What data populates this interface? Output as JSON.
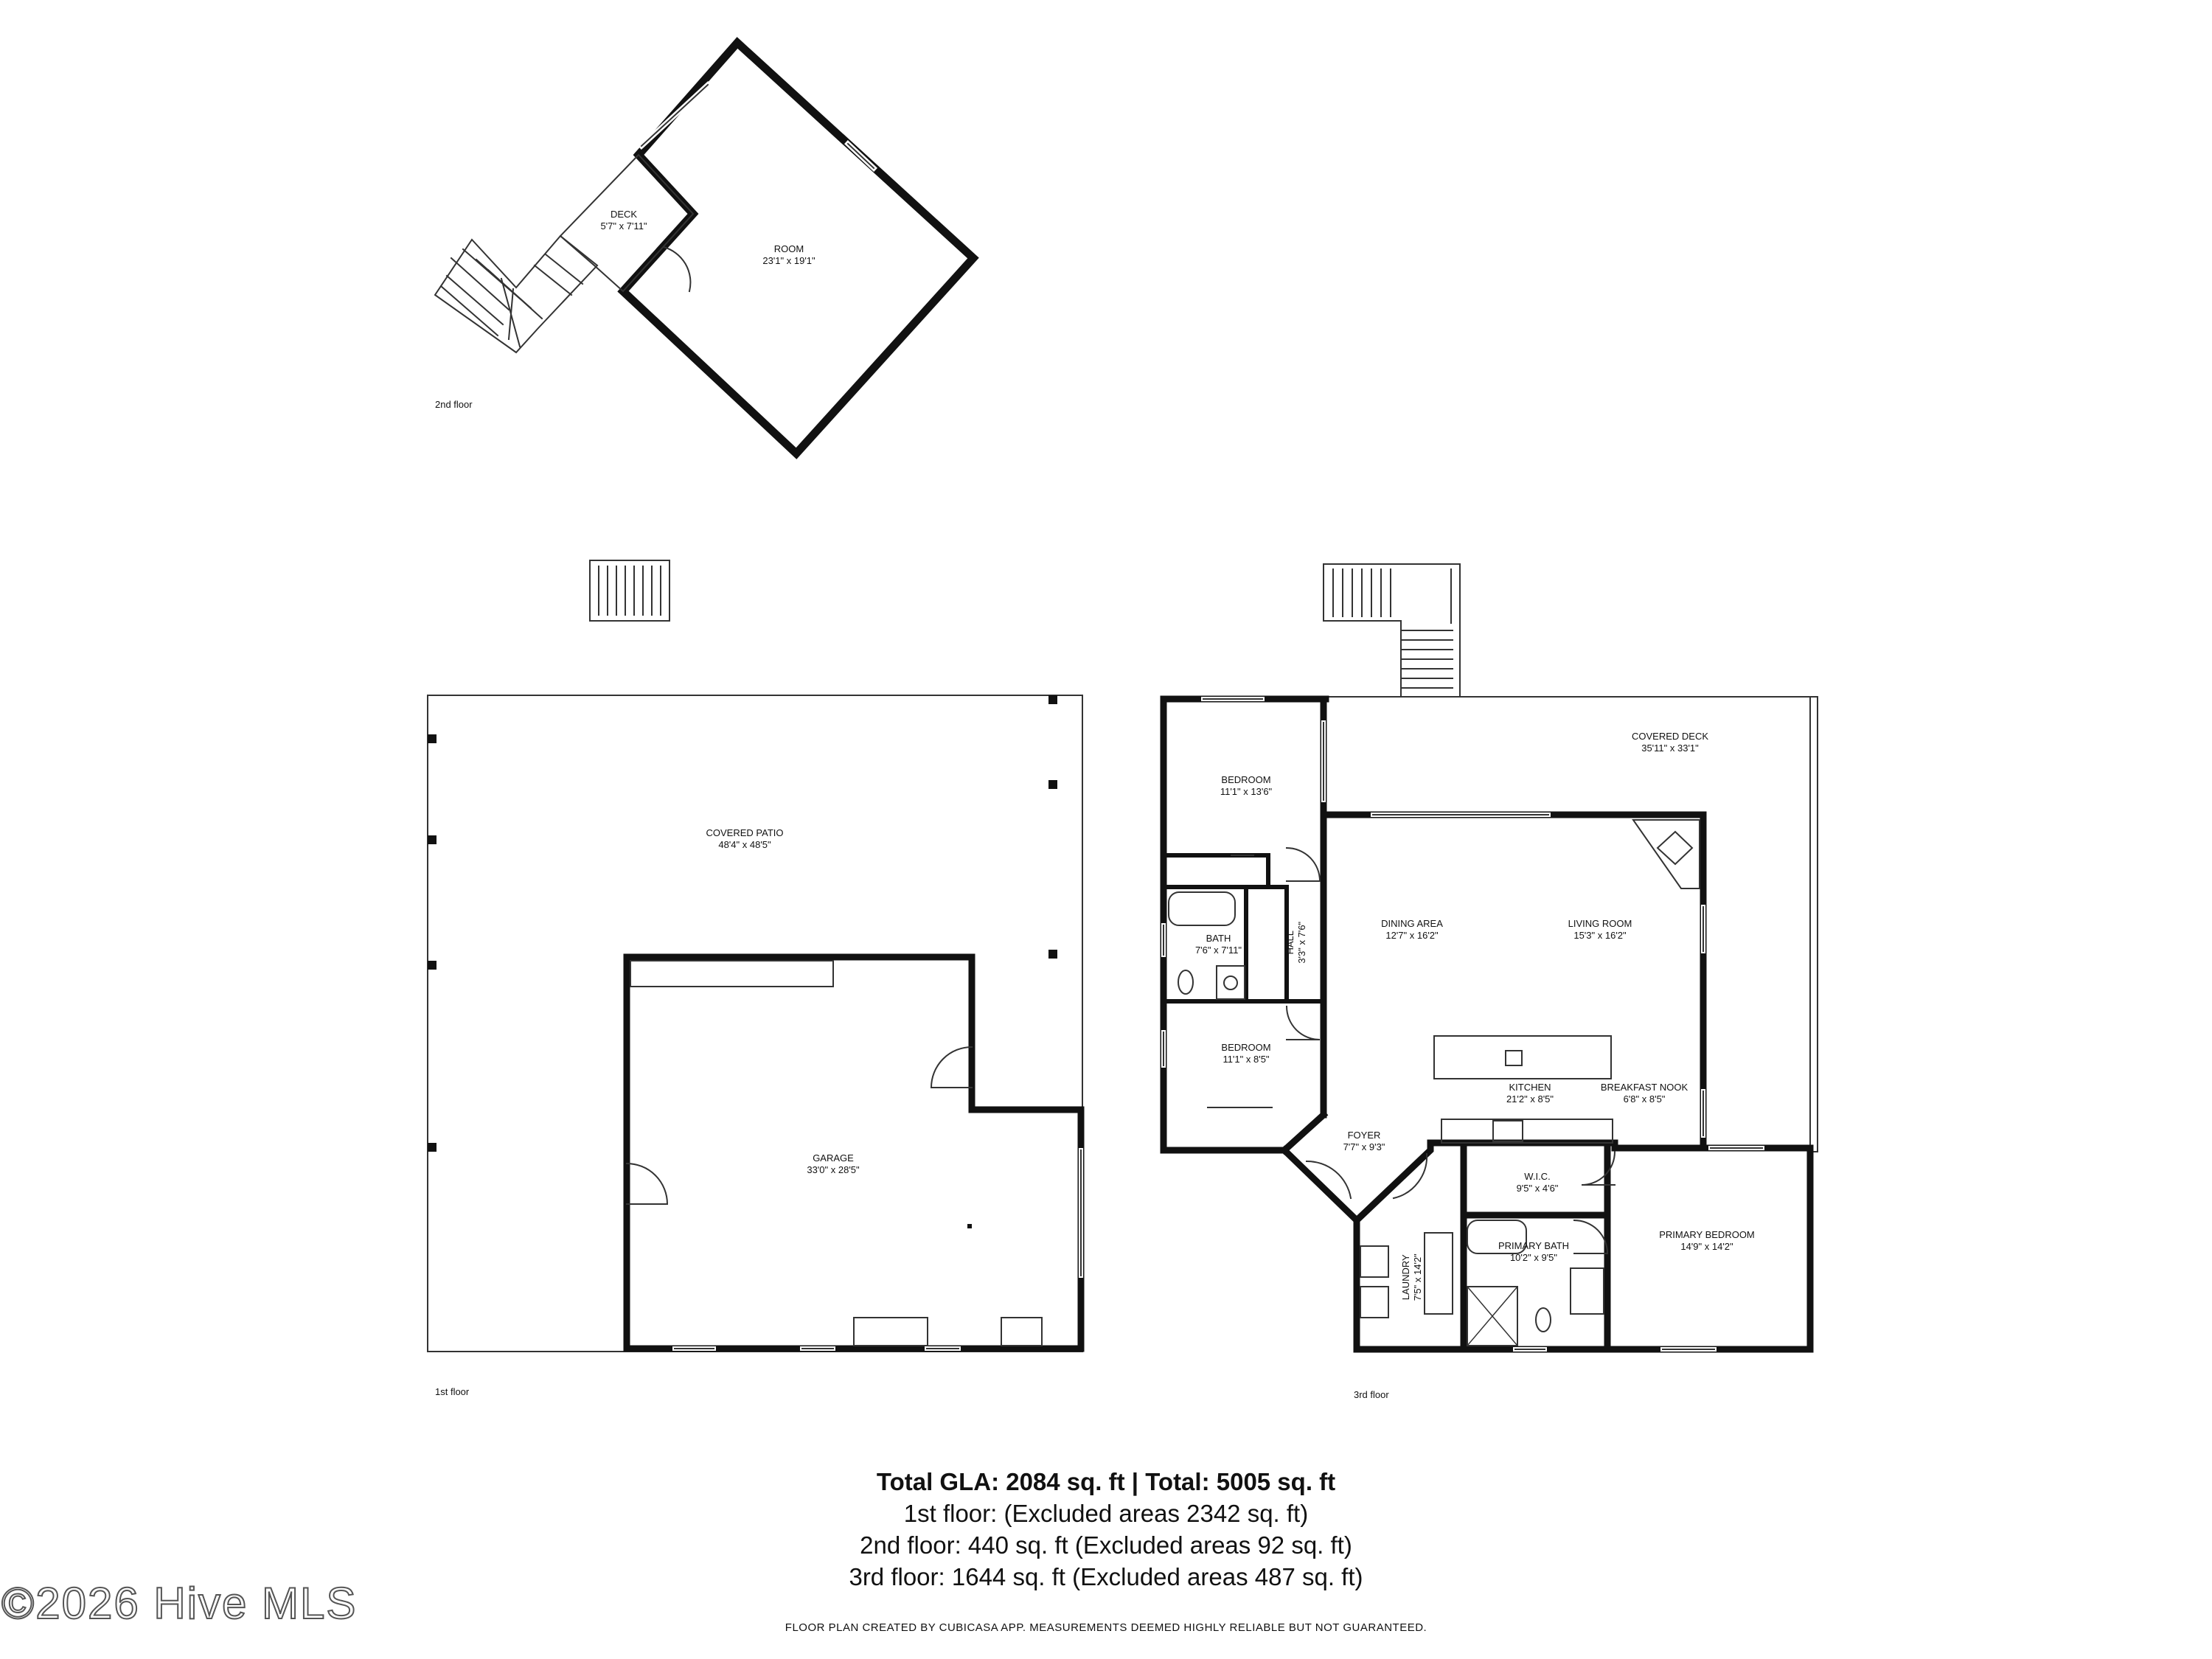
{
  "floors": {
    "second": {
      "label": "2nd floor",
      "rooms": [
        {
          "id": "deck",
          "name": "DECK",
          "dims": "5'7\" x 7'11\""
        },
        {
          "id": "room",
          "name": "ROOM",
          "dims": "23'1\" x 19'1\""
        }
      ]
    },
    "first": {
      "label": "1st floor",
      "rooms": [
        {
          "id": "covered-patio",
          "name": "COVERED PATIO",
          "dims": "48'4\" x 48'5\""
        },
        {
          "id": "garage",
          "name": "GARAGE",
          "dims": "33'0\" x 28'5\""
        }
      ]
    },
    "third": {
      "label": "3rd floor",
      "rooms": [
        {
          "id": "covered-deck",
          "name": "COVERED DECK",
          "dims": "35'11\" x 33'1\""
        },
        {
          "id": "bedroom-1",
          "name": "BEDROOM",
          "dims": "11'1\" x 13'6\""
        },
        {
          "id": "dining-area",
          "name": "DINING AREA",
          "dims": "12'7\" x 16'2\""
        },
        {
          "id": "living-room",
          "name": "LIVING ROOM",
          "dims": "15'3\" x 16'2\""
        },
        {
          "id": "bath",
          "name": "BATH",
          "dims": "7'6\" x 7'11\""
        },
        {
          "id": "hall",
          "name": "HALL",
          "dims": "3'3\" x 7'6\""
        },
        {
          "id": "bedroom-2",
          "name": "BEDROOM",
          "dims": "11'1\" x 8'5\""
        },
        {
          "id": "kitchen",
          "name": "KITCHEN",
          "dims": "21'2\" x 8'5\""
        },
        {
          "id": "breakfast-nook",
          "name": "BREAKFAST NOOK",
          "dims": "6'8\" x 8'5\""
        },
        {
          "id": "foyer",
          "name": "FOYER",
          "dims": "7'7\" x 9'3\""
        },
        {
          "id": "wic",
          "name": "W.I.C.",
          "dims": "9'5\" x 4'6\""
        },
        {
          "id": "laundry",
          "name": "LAUNDRY",
          "dims": "7'5\" x 14'2\""
        },
        {
          "id": "primary-bath",
          "name": "PRIMARY BATH",
          "dims": "10'2\" x 9'5\""
        },
        {
          "id": "primary-bedroom",
          "name": "PRIMARY BEDROOM",
          "dims": "14'9\" x 14'2\""
        }
      ]
    }
  },
  "summary": {
    "total": "Total GLA: 2084 sq. ft | Total: 5005 sq. ft",
    "lines": [
      "1st floor: (Excluded areas 2342 sq. ft)",
      "2nd floor: 440 sq. ft (Excluded areas 92 sq. ft)",
      "3rd floor: 1644 sq. ft (Excluded areas 487 sq. ft)"
    ]
  },
  "disclaimer": "FLOOR PLAN CREATED BY CUBICASA APP. MEASUREMENTS DEEMED HIGHLY RELIABLE BUT NOT GUARANTEED.",
  "watermark": "©2026 Hive MLS",
  "colors": {
    "wall": "#111111",
    "thin": "#333333",
    "background": "#ffffff"
  }
}
